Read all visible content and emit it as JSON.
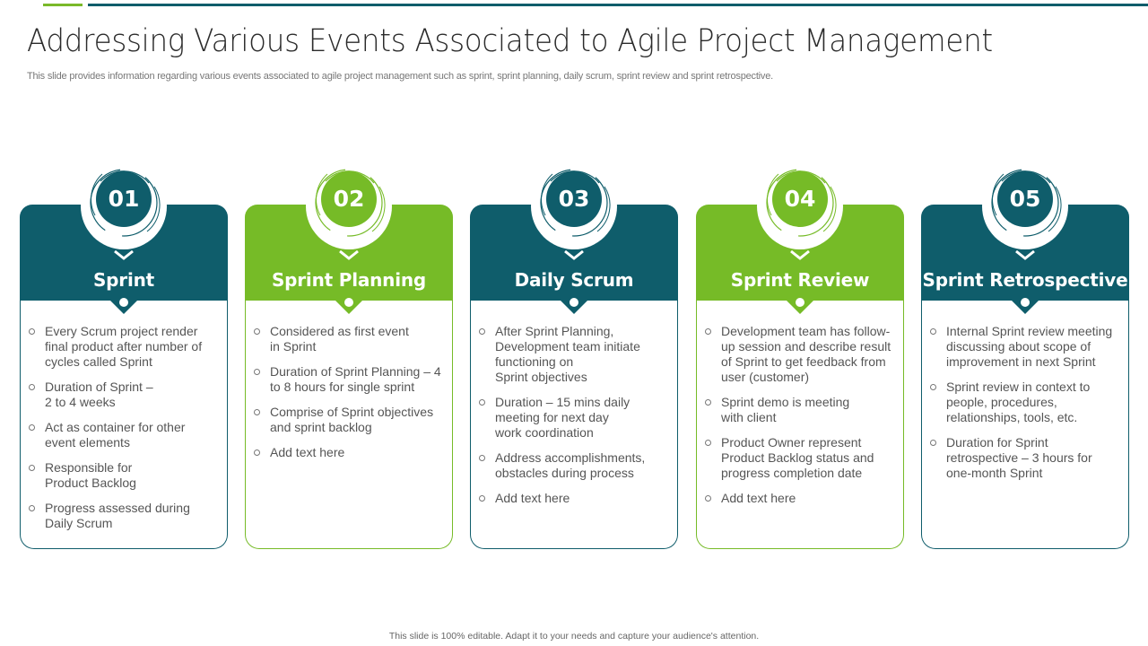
{
  "slide": {
    "title": "Addressing Various Events Associated to Agile Project Management",
    "subtitle": "This slide provides information regarding various events associated to agile project management such as sprint, sprint planning, daily scrum, sprint review and sprint retrospective.",
    "footer": "This slide is 100% editable.  Adapt it to your needs and capture your audience's attention.",
    "colors": {
      "teal": "#0f5d6b",
      "green": "#76bb27",
      "text": "#555555"
    }
  },
  "cards": [
    {
      "number": "01",
      "heading": "Sprint",
      "theme": "teal",
      "bullets": [
        "Every Scrum project render\nfinal product after number of\ncycles called Sprint",
        "Duration of Sprint –\n2 to 4 weeks",
        "Act as container for other\nevent elements",
        "Responsible for\nProduct Backlog",
        "Progress assessed during\nDaily Scrum"
      ]
    },
    {
      "number": "02",
      "heading": "Sprint Planning",
      "theme": "green",
      "bullets": [
        "Considered as first event\nin Sprint",
        "Duration of Sprint Planning – 4\nto 8 hours for single sprint",
        "Comprise of Sprint objectives\nand sprint backlog",
        "Add text here"
      ]
    },
    {
      "number": "03",
      "heading": "Daily Scrum",
      "theme": "teal",
      "bullets": [
        "After Sprint Planning,\nDevelopment team initiate\nfunctioning on\nSprint objectives",
        "Duration – 15 mins daily\nmeeting for next day\nwork coordination",
        "Address accomplishments,\nobstacles during process",
        "Add text here"
      ]
    },
    {
      "number": "04",
      "heading": "Sprint Review",
      "theme": "green",
      "bullets": [
        "Development team has follow-\nup session and describe result\nof Sprint to get feedback from\nuser (customer)",
        "Sprint demo is meeting\nwith client",
        "Product Owner represent\nProduct Backlog status and\nprogress completion date",
        "Add text here"
      ]
    },
    {
      "number": "05",
      "heading": "Sprint Retrospective",
      "theme": "teal",
      "bullets": [
        "Internal Sprint review meeting\ndiscussing about scope of\nimprovement in next Sprint",
        "Sprint review in context to\npeople, procedures,\nrelationships, tools, etc.",
        "Duration for Sprint\nretrospective – 3 hours for\none-month Sprint"
      ]
    }
  ]
}
